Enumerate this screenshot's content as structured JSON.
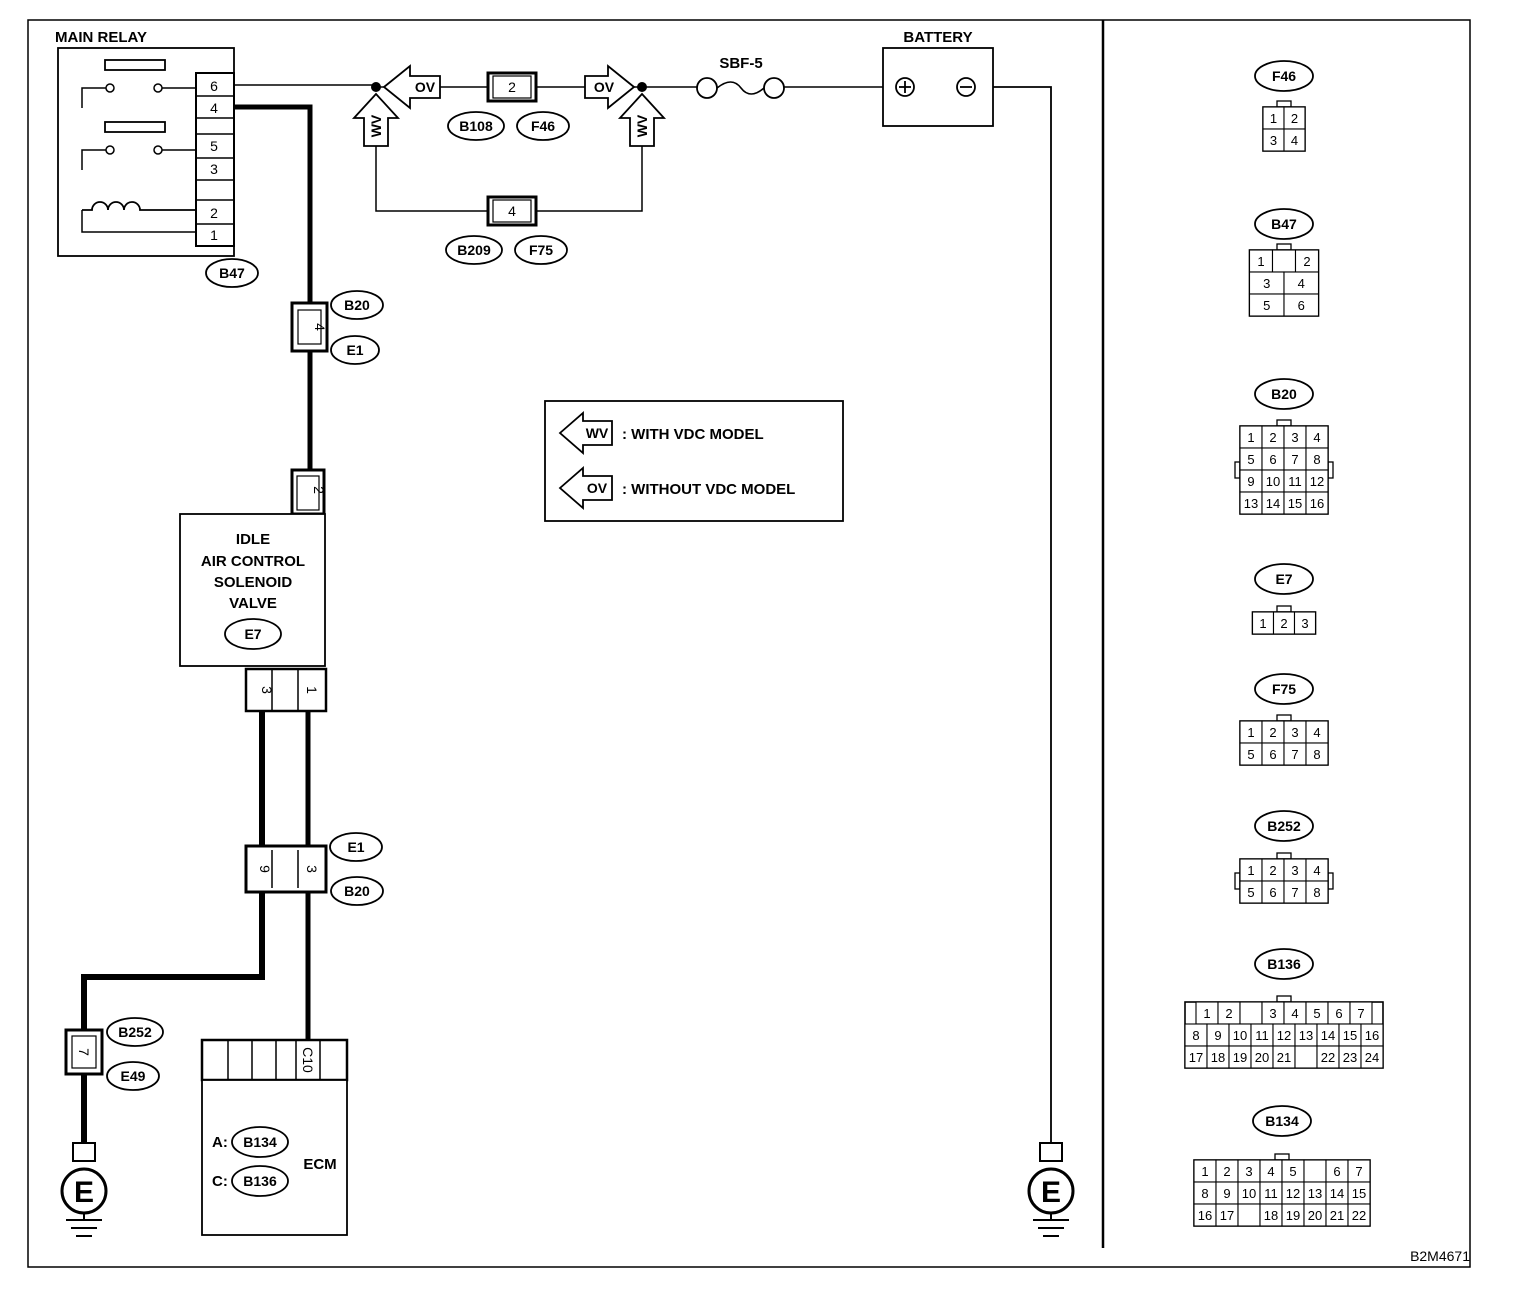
{
  "labels": {
    "main_relay": "MAIN RELAY",
    "battery": "BATTERY",
    "fuse": "SBF-5",
    "plus": "⊕",
    "minus": "⊖",
    "iacv_1": "IDLE",
    "iacv_2": "AIR CONTROL",
    "iacv_3": "SOLENOID",
    "iacv_4": "VALVE",
    "ecm": "ECM",
    "ecm_a": "A:",
    "ecm_c": "C:",
    "ground": "E",
    "figure_id": "B2M4671"
  },
  "legend": {
    "wv_symbol": "WV",
    "wv_text": ": WITH VDC MODEL",
    "ov_symbol": "OV",
    "ov_text": ": WITHOUT VDC MODEL"
  },
  "connectors": {
    "B47": "B47",
    "B108": "B108",
    "F46": "F46",
    "B209": "B209",
    "F75": "F75",
    "B20": "B20",
    "E1": "E1",
    "E7": "E7",
    "E49": "E49",
    "B252": "B252",
    "B134": "B134",
    "B136": "B136"
  },
  "pins": {
    "relay": [
      "6",
      "4",
      "5",
      "3",
      "2",
      "1"
    ],
    "wv_ov_top": "2",
    "wv_ov_bottom": "4",
    "b20_top": "4",
    "iacv_top": "2",
    "iacv_left": "3",
    "iacv_right": "1",
    "e1_left": "9",
    "e1_right": "3",
    "b252": "7",
    "ecm": "C10"
  },
  "connector_views": [
    {
      "name": "F46",
      "rows": [
        [
          "1",
          "2"
        ],
        [
          "3",
          "4"
        ]
      ]
    },
    {
      "name": "B47",
      "rows": [
        [
          "1",
          "",
          "2"
        ],
        [
          "3",
          "4"
        ],
        [
          "5",
          "6"
        ]
      ]
    },
    {
      "name": "B20",
      "rows": [
        [
          "1",
          "2",
          "3",
          "4"
        ],
        [
          "5",
          "6",
          "7",
          "8"
        ],
        [
          "9",
          "10",
          "11",
          "12"
        ],
        [
          "13",
          "14",
          "15",
          "16"
        ]
      ]
    },
    {
      "name": "E7",
      "rows": [
        [
          "1",
          "2",
          "3"
        ]
      ]
    },
    {
      "name": "F75",
      "rows": [
        [
          "1",
          "2",
          "3",
          "4"
        ],
        [
          "5",
          "6",
          "7",
          "8"
        ]
      ]
    },
    {
      "name": "B252",
      "rows": [
        [
          "1",
          "2",
          "3",
          "4"
        ],
        [
          "5",
          "6",
          "7",
          "8"
        ]
      ]
    },
    {
      "name": "B136",
      "rows": [
        [
          "1",
          "2",
          "",
          "3",
          "4",
          "5",
          "6",
          "7"
        ],
        [
          "8",
          "9",
          "10",
          "11",
          "12",
          "13",
          "14",
          "15",
          "16"
        ],
        [
          "17",
          "18",
          "19",
          "20",
          "21",
          "",
          "22",
          "23",
          "24"
        ]
      ]
    },
    {
      "name": "B134",
      "rows": [
        [
          "1",
          "2",
          "3",
          "4",
          "5",
          "",
          "6",
          "7"
        ],
        [
          "8",
          "9",
          "10",
          "11",
          "12",
          "13",
          "14",
          "15"
        ],
        [
          "16",
          "17",
          "",
          "18",
          "19",
          "20",
          "21",
          "22"
        ]
      ]
    }
  ]
}
